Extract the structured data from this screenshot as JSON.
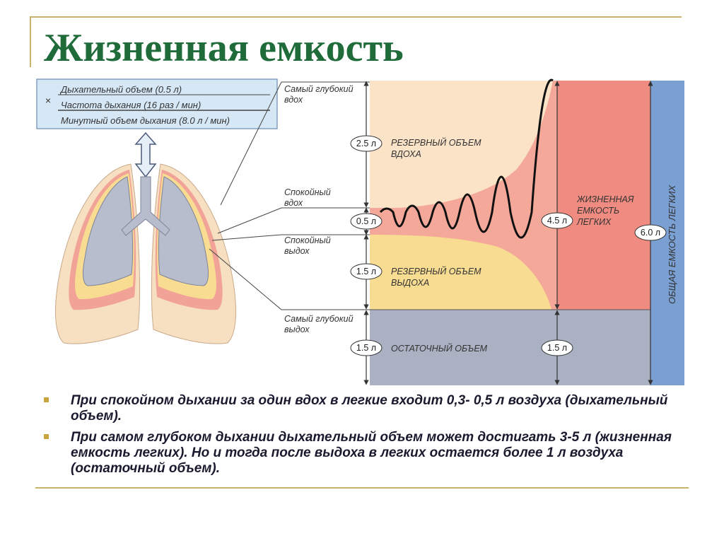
{
  "title": "Жизненная емкость",
  "formula": {
    "times_sign": "×",
    "line1": "Дыхательный объем (0.5 л)",
    "line2": "Частота дыхания (16 раз / мин)",
    "line3": "Минутный объем дыхания (8.0 л / мин)"
  },
  "levels": {
    "deepest_inhale": [
      "Самый глубокий",
      "вдох"
    ],
    "quiet_inhale": [
      "Спокойный",
      "вдох"
    ],
    "quiet_exhale": [
      "Спокойный",
      "выдох"
    ],
    "deepest_exhale": [
      "Самый глубокий",
      "выдох"
    ]
  },
  "zones": {
    "inspiratory_reserve": [
      "РЕЗЕРВНЫЙ ОБЪЕМ",
      "ВДОХА"
    ],
    "expiratory_reserve": [
      "РЕЗЕРВНЫЙ ОБЪЕМ",
      "ВЫДОХА"
    ],
    "residual": "ОСТАТОЧНЫЙ ОБЪЕМ",
    "vital_capacity": [
      "ЖИЗНЕННАЯ",
      "ЕМКОСТЬ",
      "ЛЕГКИХ"
    ],
    "total_capacity": "ОБЩАЯ ЕМКОСТЬ ЛЕГКИХ"
  },
  "volumes": {
    "inspiratory_reserve": "2.5 л",
    "tidal": "0.5 л",
    "expiratory_reserve": "1.5 л",
    "residual": "1.5 л",
    "vital_capacity": "4.5 л",
    "residual_right": "1.5 л",
    "total": "6.0 л"
  },
  "colors": {
    "title": "#1f6b3a",
    "inspiratory_zone": "#fbe3c8",
    "expiratory_zone": "#f8dc92",
    "residual_zone": "#aab1c3",
    "vital_zone": "#ef8b80",
    "tidal_zone": "#f4a89a",
    "total_bar": "#7a9fd3",
    "rule": "#c9b26a",
    "bullet": "#c9a43c"
  },
  "bullets": [
    "При спокойном дыхании за один вдох в легкие входит 0,3- 0,5 л воздуха (дыхательный объем).",
    "При самом глубоком дыхании дыхательный объем может достигать 3-5 л (жизненная емкость легких). Но и тогда после выдоха в легких остается более 1 л воздуха (остаточный объем)."
  ]
}
